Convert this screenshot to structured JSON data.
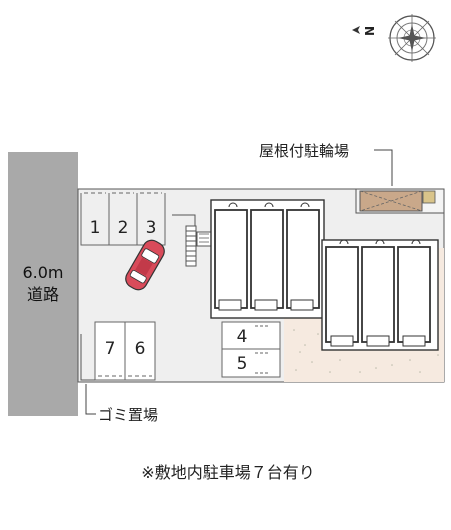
{
  "compass": {
    "label": "N"
  },
  "road": {
    "width_label": "6.0m",
    "name": "道路"
  },
  "labels": {
    "bicycle_parking": "屋根付駐輪場",
    "garbage": "ゴミ置場",
    "caption": "※敷地内駐車場７台有り"
  },
  "parking_spaces": [
    "1",
    "2",
    "3",
    "4",
    "5",
    "6",
    "7"
  ],
  "colors": {
    "lot": "#efefef",
    "road": "#a9a9a9",
    "gravel": "#f6eae0",
    "bike_roof": "#c9a88a",
    "car": "#d94b5a",
    "line": "#444444"
  }
}
